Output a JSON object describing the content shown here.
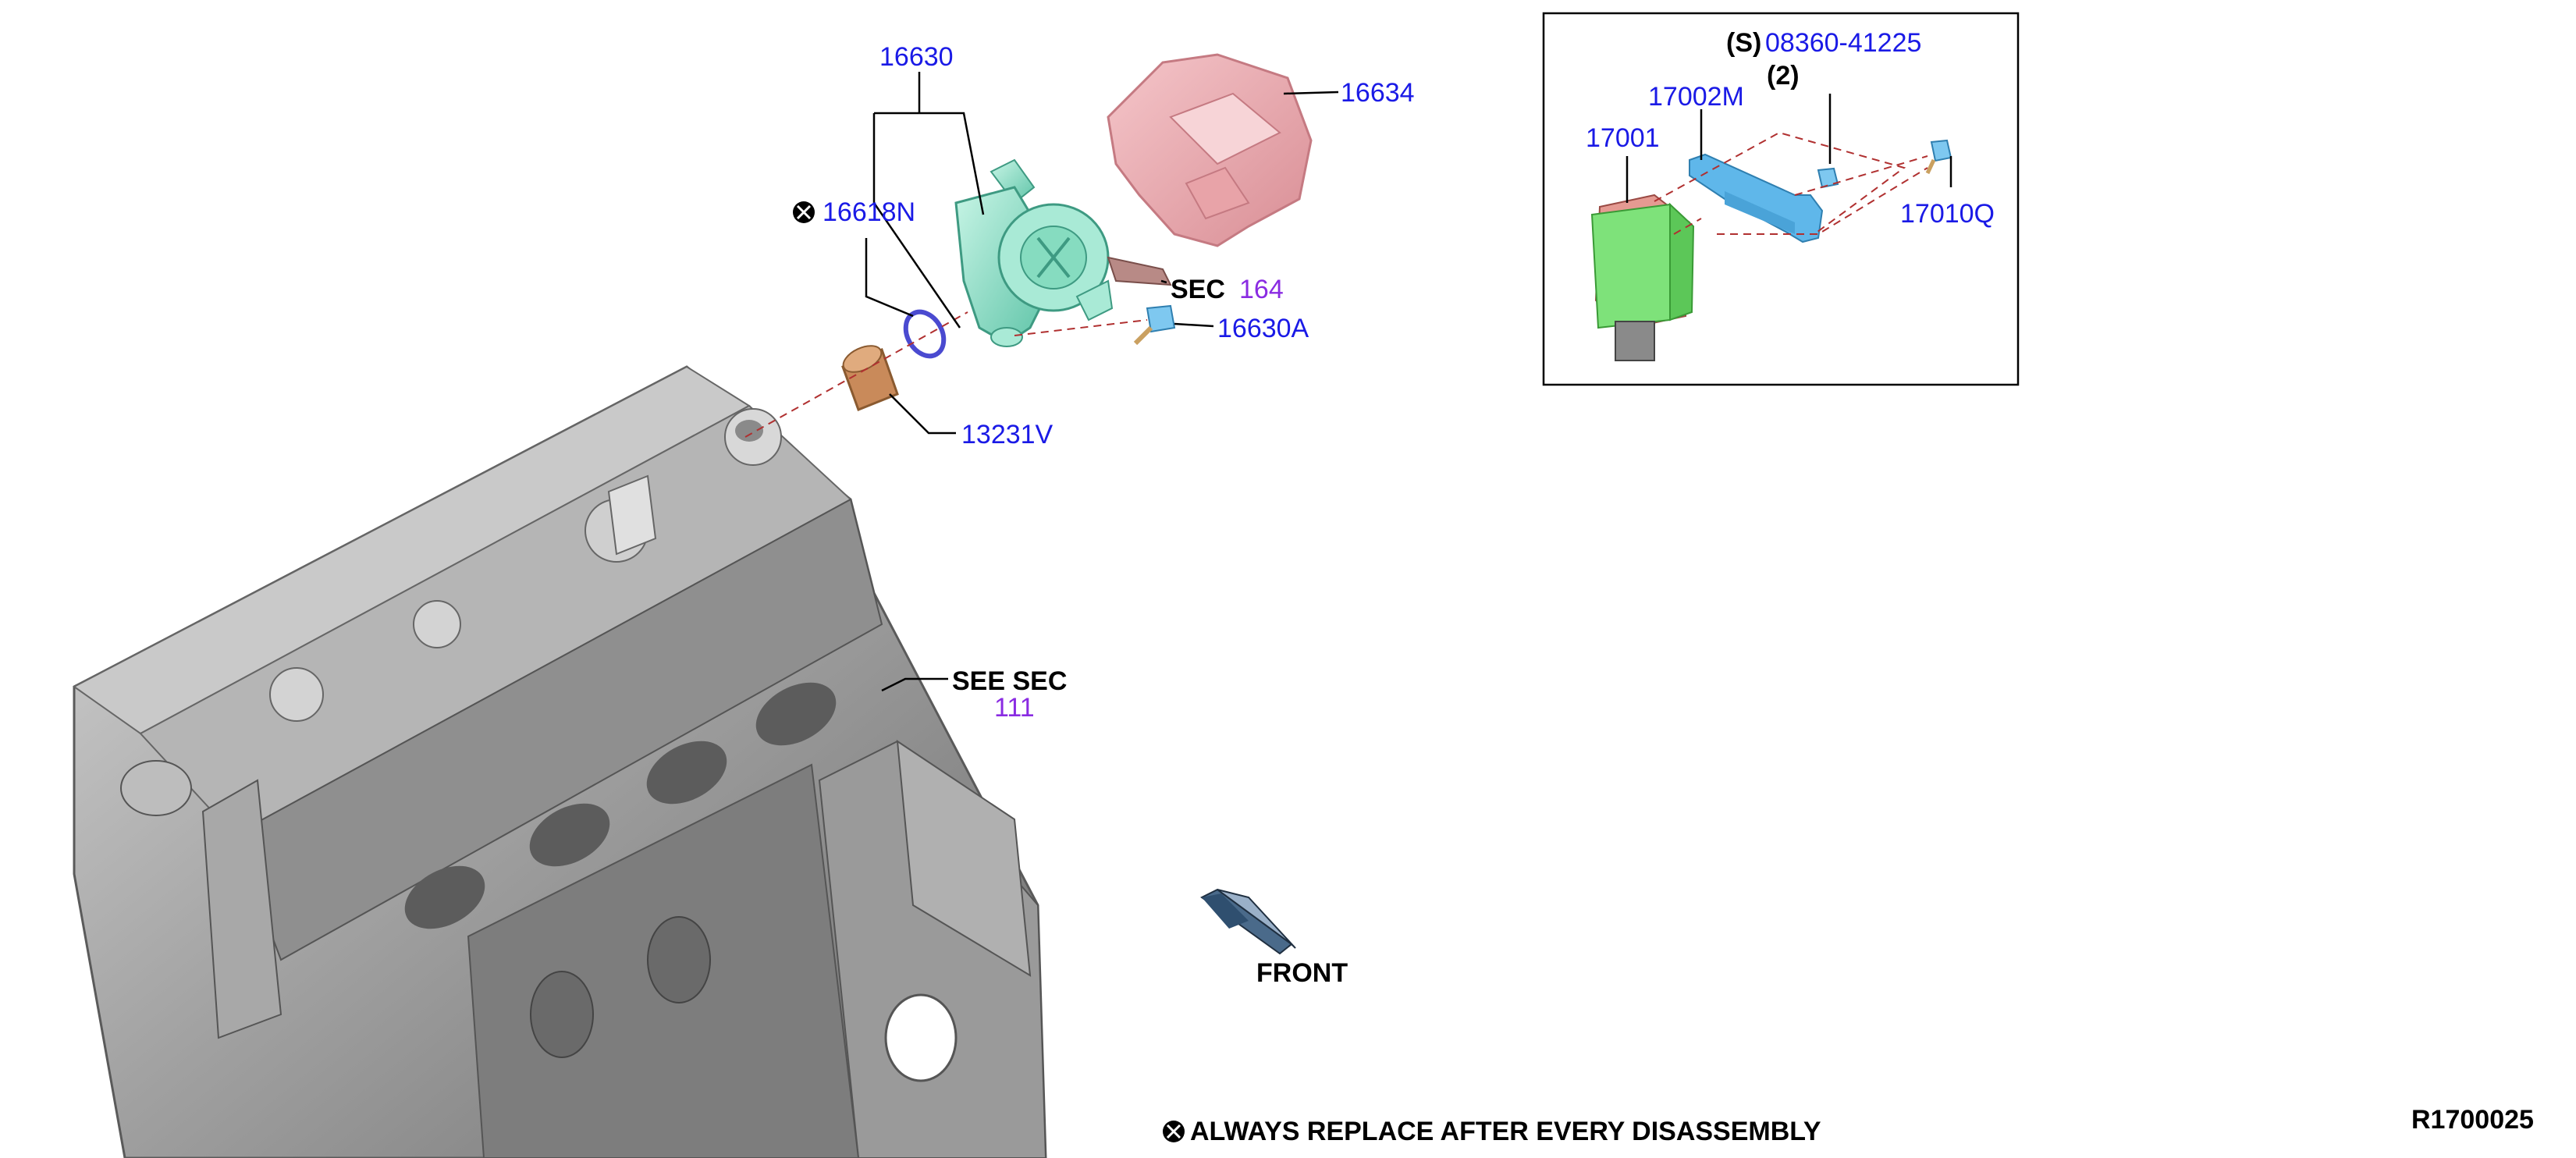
{
  "colors": {
    "part_number": "#1a1ae6",
    "section_number": "#8a2be2",
    "text": "#000000",
    "engine": "#a9a9a9",
    "heat_shield": "#e8a3a8",
    "pump": "#8fe0c8",
    "module": "#7ee27a",
    "bracket": "#5fb7ea",
    "dashed_line": "#b03030"
  },
  "labels": {
    "p16630": "16630",
    "p16634": "16634",
    "p16618n": "16618N",
    "sec164_word": "SEC",
    "sec164_num": "164",
    "p16630a": "16630A",
    "p13231v": "13231V",
    "see_sec_word": "SEE SEC",
    "see_sec_num": "111",
    "front": "FRONT",
    "note": "ALWAYS REPLACE AFTER EVERY DISASSEMBLY",
    "ref": "R1700025"
  },
  "inset": {
    "s_prefix": "(S)",
    "p08360": "08360-41225",
    "qty": "(2)",
    "p17002m": "17002M",
    "p17001": "17001",
    "p17010q": "17010Q"
  },
  "icons": {
    "replace_marker": "circled-x-icon",
    "front_arrow": "front-arrow-icon"
  }
}
